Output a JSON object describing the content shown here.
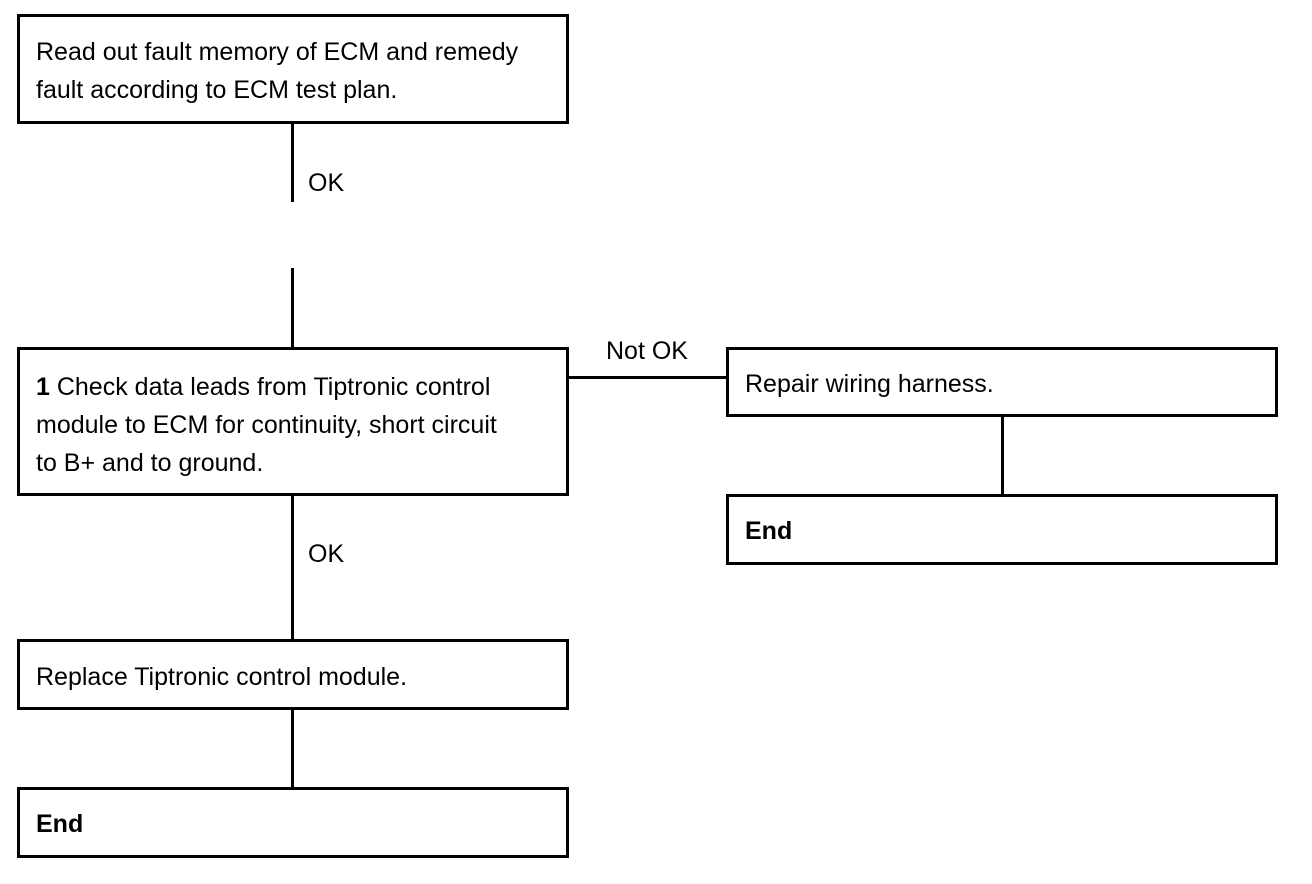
{
  "steps": {
    "step_ecm": {
      "lines": [
        "Read out fault memory of ECM and remedy",
        "fault according to ECM test plan."
      ]
    },
    "step_1": {
      "number": "1",
      "line1_rest": " Check data leads from Tiptronic control",
      "line2": "module to ECM for continuity, short circuit",
      "line3": "to B+ and to ground."
    },
    "step_repair": {
      "text": "Repair wiring harness."
    },
    "step_end_right": {
      "text": "End"
    },
    "step_replace": {
      "text": "Replace Tiptronic control module."
    },
    "step_end_bottom": {
      "text": "End"
    }
  },
  "labels": {
    "ok_top": "OK",
    "not_ok": "Not OK",
    "ok_middle": "OK"
  }
}
